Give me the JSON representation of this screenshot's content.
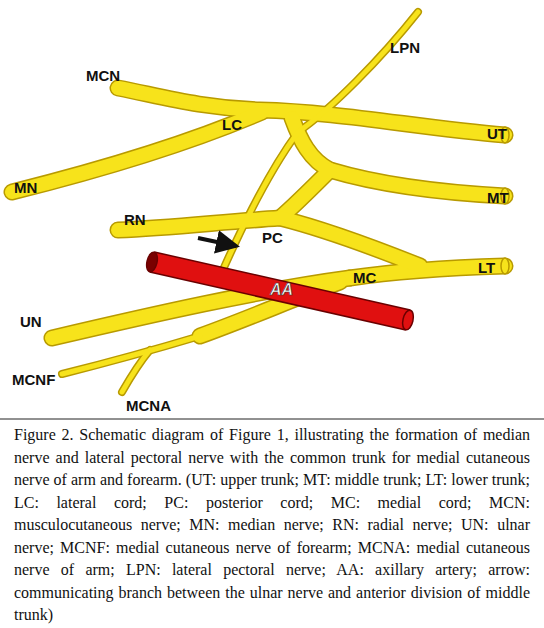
{
  "diagram": {
    "caption": "Figure 2. Schematic diagram of Figure 1, illustrating the formation of median nerve and lateral pectoral nerve with the common trunk for medial cutaneous nerve of arm and forearm. (UT: upper trunk; MT: middle trunk; LT: lower trunk; LC: lateral cord; PC: posterior cord; MC: medial cord; MCN: musculocutaneous nerve; MN: median nerve; RN: radial nerve; UN: ulnar nerve; MCNF: medial cutaneous nerve of forearm; MCNA: medial cutaneous nerve of arm; LPN: lateral pectoral nerve; AA: axillary artery; arrow: communicating branch between the ulnar nerve and anterior division of middle trunk)",
    "labels": [
      "LPN",
      "MCN",
      "LC",
      "UT",
      "MT",
      "MN",
      "RN",
      "PC",
      "MC",
      "LT",
      "AA",
      "UN",
      "MCNF",
      "MCNA"
    ]
  }
}
